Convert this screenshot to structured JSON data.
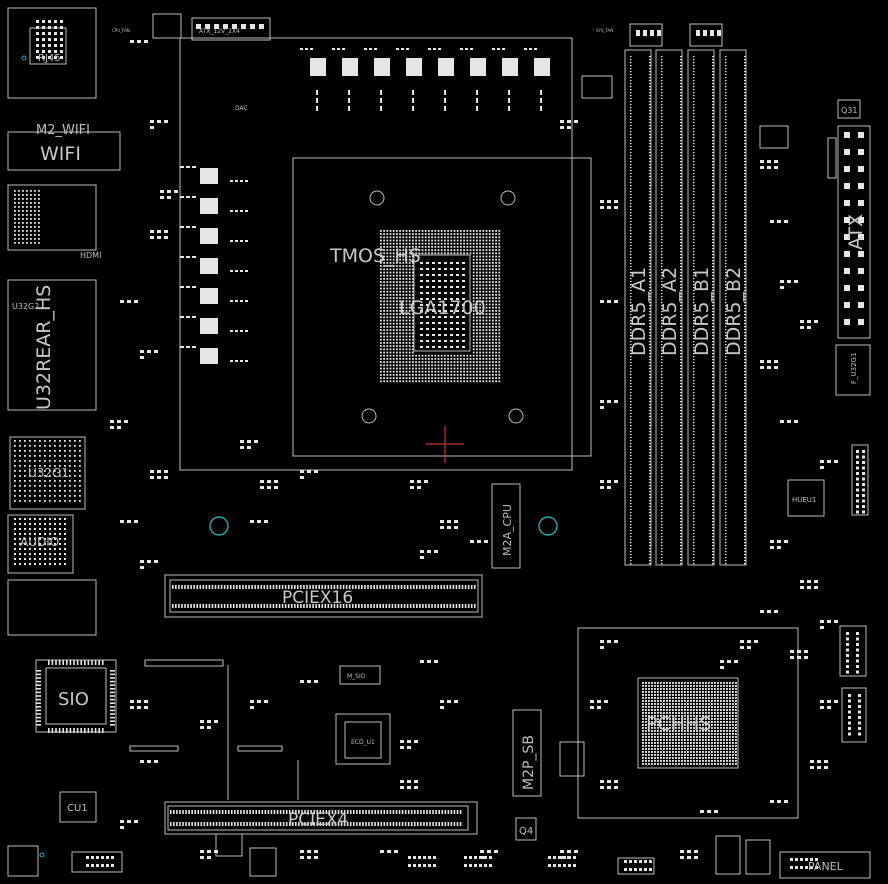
{
  "labels": {
    "rj45": "RJ45",
    "m2_wifi": "M2_WIFI",
    "wifi": "WIFI",
    "hdmi": "HDMI",
    "u32g2": "U32G2",
    "u32rear_hs": "U32REAR_HS",
    "u32g1": "U32G1",
    "audio": "AUDIO",
    "sio": "SIO",
    "cu1": "CU1",
    "atx12v": "ATX_12V_2X4",
    "tmos_hs": "TMOS_HS",
    "lga1700": "LGA1700",
    "m2a_cpu": "M2A_CPU",
    "pciex16": "PCIEX16",
    "pciex4": "PCIEX4",
    "m2p_sb": "M2P_SB",
    "pchhs": "PCHHS",
    "ddr5_a1": "DDR5_A1",
    "ddr5_a2": "DDR5_A2",
    "ddr5_b1": "DDR5_B1",
    "ddr5_b2": "DDR5_B2",
    "atx": "ATX",
    "f_u32g1": "F_U32G1",
    "hueu1": "HUEU1",
    "q31": "Q31",
    "q4": "Q4",
    "panel": "PANEL",
    "m_sio": "M_SIO",
    "ec": "ECD_U1",
    "dac": "DAC",
    "cpu_fan": "CPU_FAN",
    "sys_fan": "SYS_FAN"
  },
  "colors": {
    "background": "#000000",
    "outline": "#bdbdbd",
    "pad": "#e6e6e6",
    "standoff": "#29a7b3",
    "marker": "#c0392b"
  }
}
